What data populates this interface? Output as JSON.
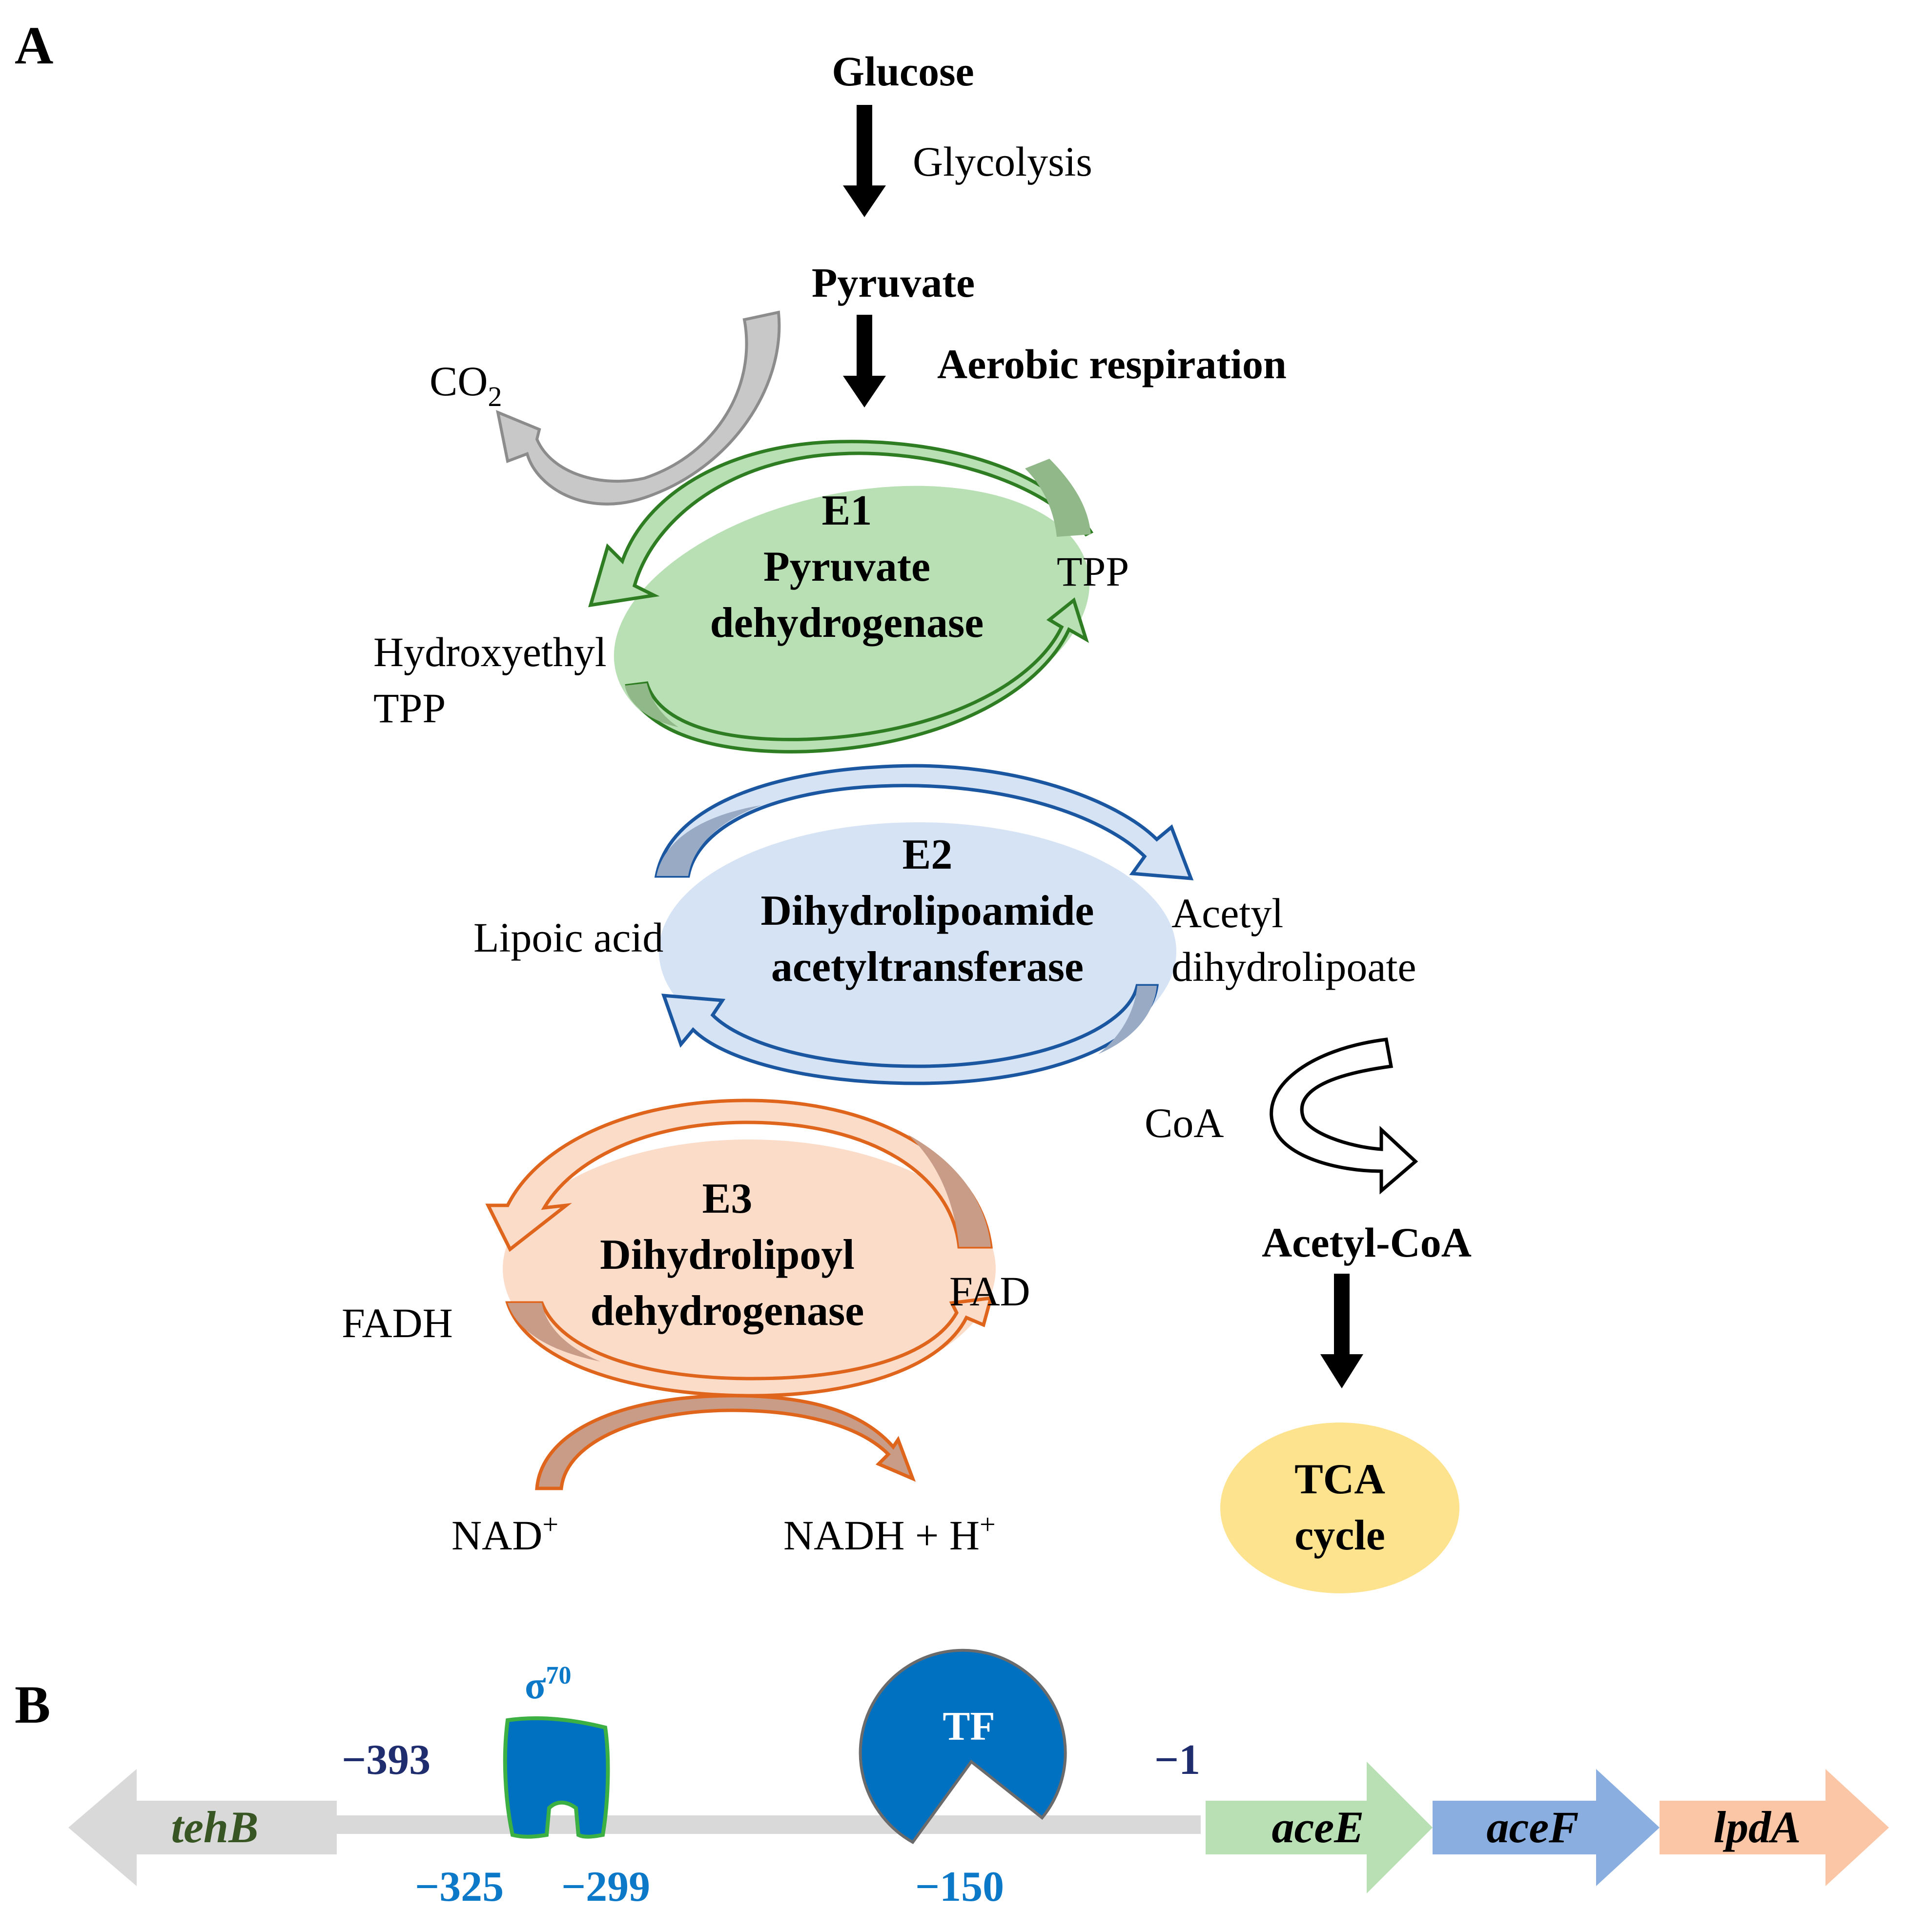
{
  "panel_a": {
    "label": "A",
    "glucose": "Glucose",
    "glycolysis": "Glycolysis",
    "pyruvate": "Pyruvate",
    "aerobic": "Aerobic respiration",
    "co2_main": "CO",
    "co2_sub": "2",
    "e1": {
      "id": "E1",
      "name_line1": "Pyruvate",
      "name_line2": "dehydrogenase",
      "color_fill": "#b9e0b4",
      "color_stroke": "#2e7d22"
    },
    "hydroxyethyl_line1": "Hydroxyethyl",
    "hydroxyethyl_line2": "TPP",
    "tpp": "TPP",
    "e2": {
      "id": "E2",
      "name_line1": "Dihydrolipoamide",
      "name_line2": "acetyltransferase",
      "color_fill": "#d5e3f5",
      "color_stroke": "#1b57a0"
    },
    "lipoic": "Lipoic acid",
    "acetyl_line1": "Acetyl",
    "acetyl_line2": "dihydrolipoate",
    "coa": "CoA",
    "acetyl_coa": "Acetyl-CoA",
    "e3": {
      "id": "E3",
      "name_line1": "Dihydrolipoyl",
      "name_line2": "dehydrogenase",
      "color_fill": "#fbdcc9",
      "color_stroke": "#e0651c"
    },
    "fadh": "FADH",
    "fad": "FAD",
    "nad_main": "NAD",
    "nad_sup": "+",
    "nadh_main": "NADH + H",
    "nadh_sup": "+",
    "tca_line1": "TCA",
    "tca_line2": "cycle",
    "tca_color": "#fde38e"
  },
  "panel_b": {
    "label": "B",
    "sigma_main": "σ",
    "sigma_sup": "70",
    "tf": "TF",
    "pos_393": "−393",
    "pos_1": "−1",
    "pos_325": "−325",
    "pos_299": "−299",
    "pos_150": "−150",
    "genes": {
      "tehB": "tehB",
      "aceE": "aceE",
      "aceF": "aceF",
      "lpdA": "lpdA"
    },
    "colors": {
      "tehB": "#d9d9d9",
      "aceE": "#b9e0b4",
      "aceF": "#8aaee0",
      "lpdA": "#fbc6a6",
      "protein": "#0070c0",
      "dark_label": "#1f2d6e",
      "blue_label": "#0b78c8"
    }
  }
}
